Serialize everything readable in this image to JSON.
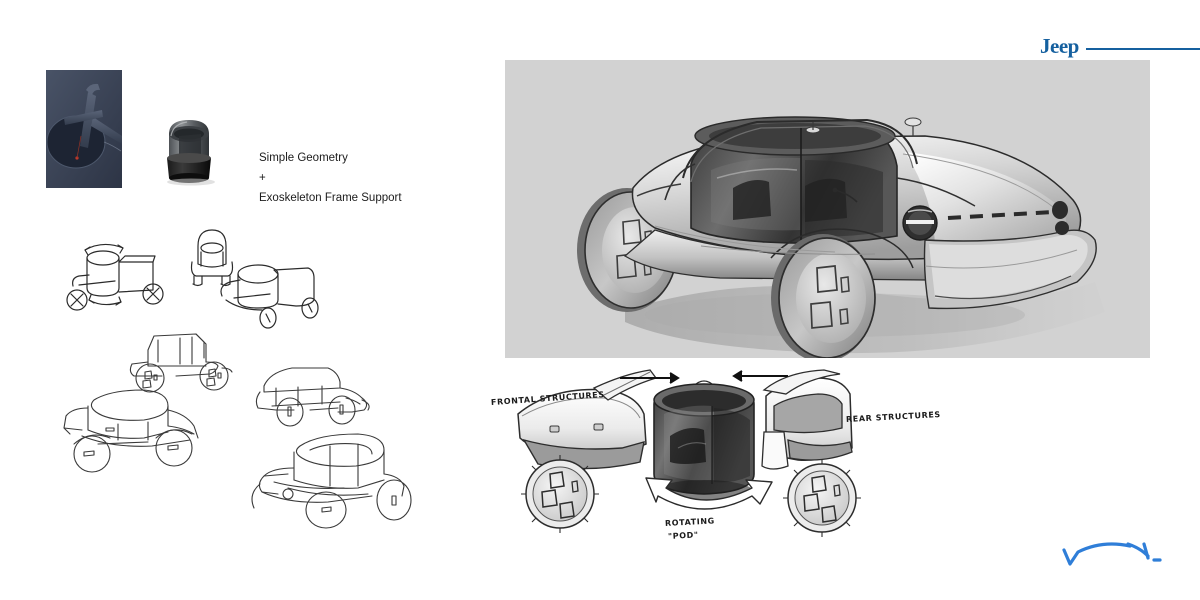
{
  "page": {
    "title": "Jeep Concept Design Board",
    "background": "#ffffff"
  },
  "brand": {
    "wordmark": "Jeep",
    "color": "#15609f",
    "rule_color": "#15609f"
  },
  "references": {
    "bike": {
      "name": "bicycle-frame-reference",
      "alt": "Dark navy bicycle frame detail photo",
      "bg": "#3b4558",
      "frame": "#2b3447"
    },
    "pod": {
      "name": "speaker-pod-reference",
      "alt": "Black cylindrical smart speaker with glass dome",
      "glass": "#6e7276",
      "base": "#131313"
    }
  },
  "caption": {
    "line1": "Simple Geometry",
    "line2": "+",
    "line3": "Exoskeleton Frame Support",
    "color": "#1c1c1c"
  },
  "render": {
    "name": "hero-vehicle-render",
    "alt": "Three-quarter front view grayscale rendering of the Jeep pod concept vehicle",
    "panel_color": "#d2d2d2",
    "body_light": "#f2f2f2",
    "body_mid": "#b9b9b9",
    "body_dark": "#3a3a3a",
    "glass": "#4b4b4b"
  },
  "sketches": [
    {
      "name": "thumb-side-pod-buggy",
      "alt": "Side view thumbnail of cylinder pod buggy with X-marked wheels"
    },
    {
      "name": "thumb-front-view",
      "alt": "Small front view thumbnail of pod vehicle"
    },
    {
      "name": "thumb-three-quarter",
      "alt": "Three-quarter thumbnail of pod vehicle"
    },
    {
      "name": "lineart-side-a",
      "alt": "Line art side view with detailed wheel cutouts"
    },
    {
      "name": "lineart-side-b",
      "alt": "Line art side view, low roadster proportion"
    },
    {
      "name": "lineart-three-quarter-large",
      "alt": "Large three-quarter line sketch of pod vehicle"
    },
    {
      "name": "lineart-rear-three-quarter",
      "alt": "Rear three-quarter line sketch of pod vehicle"
    }
  ],
  "exploded": {
    "name": "exploded-architecture-diagram",
    "front_label": "FRONTAL STRUCTURES",
    "rear_label": "REAR STRUCTURES",
    "pod_label_line1": "ROTATING",
    "pod_label_line2": "\"POD\"",
    "front_arrow": "arrow-right",
    "rear_arrow": "arrow-left",
    "rotation_arrow": "double-curved-arrow",
    "pod_glass": "#4a4a4a",
    "module_fill": "#fbfbfb"
  },
  "signature": {
    "name": "designer-signature",
    "color": "#2f7ed8"
  }
}
